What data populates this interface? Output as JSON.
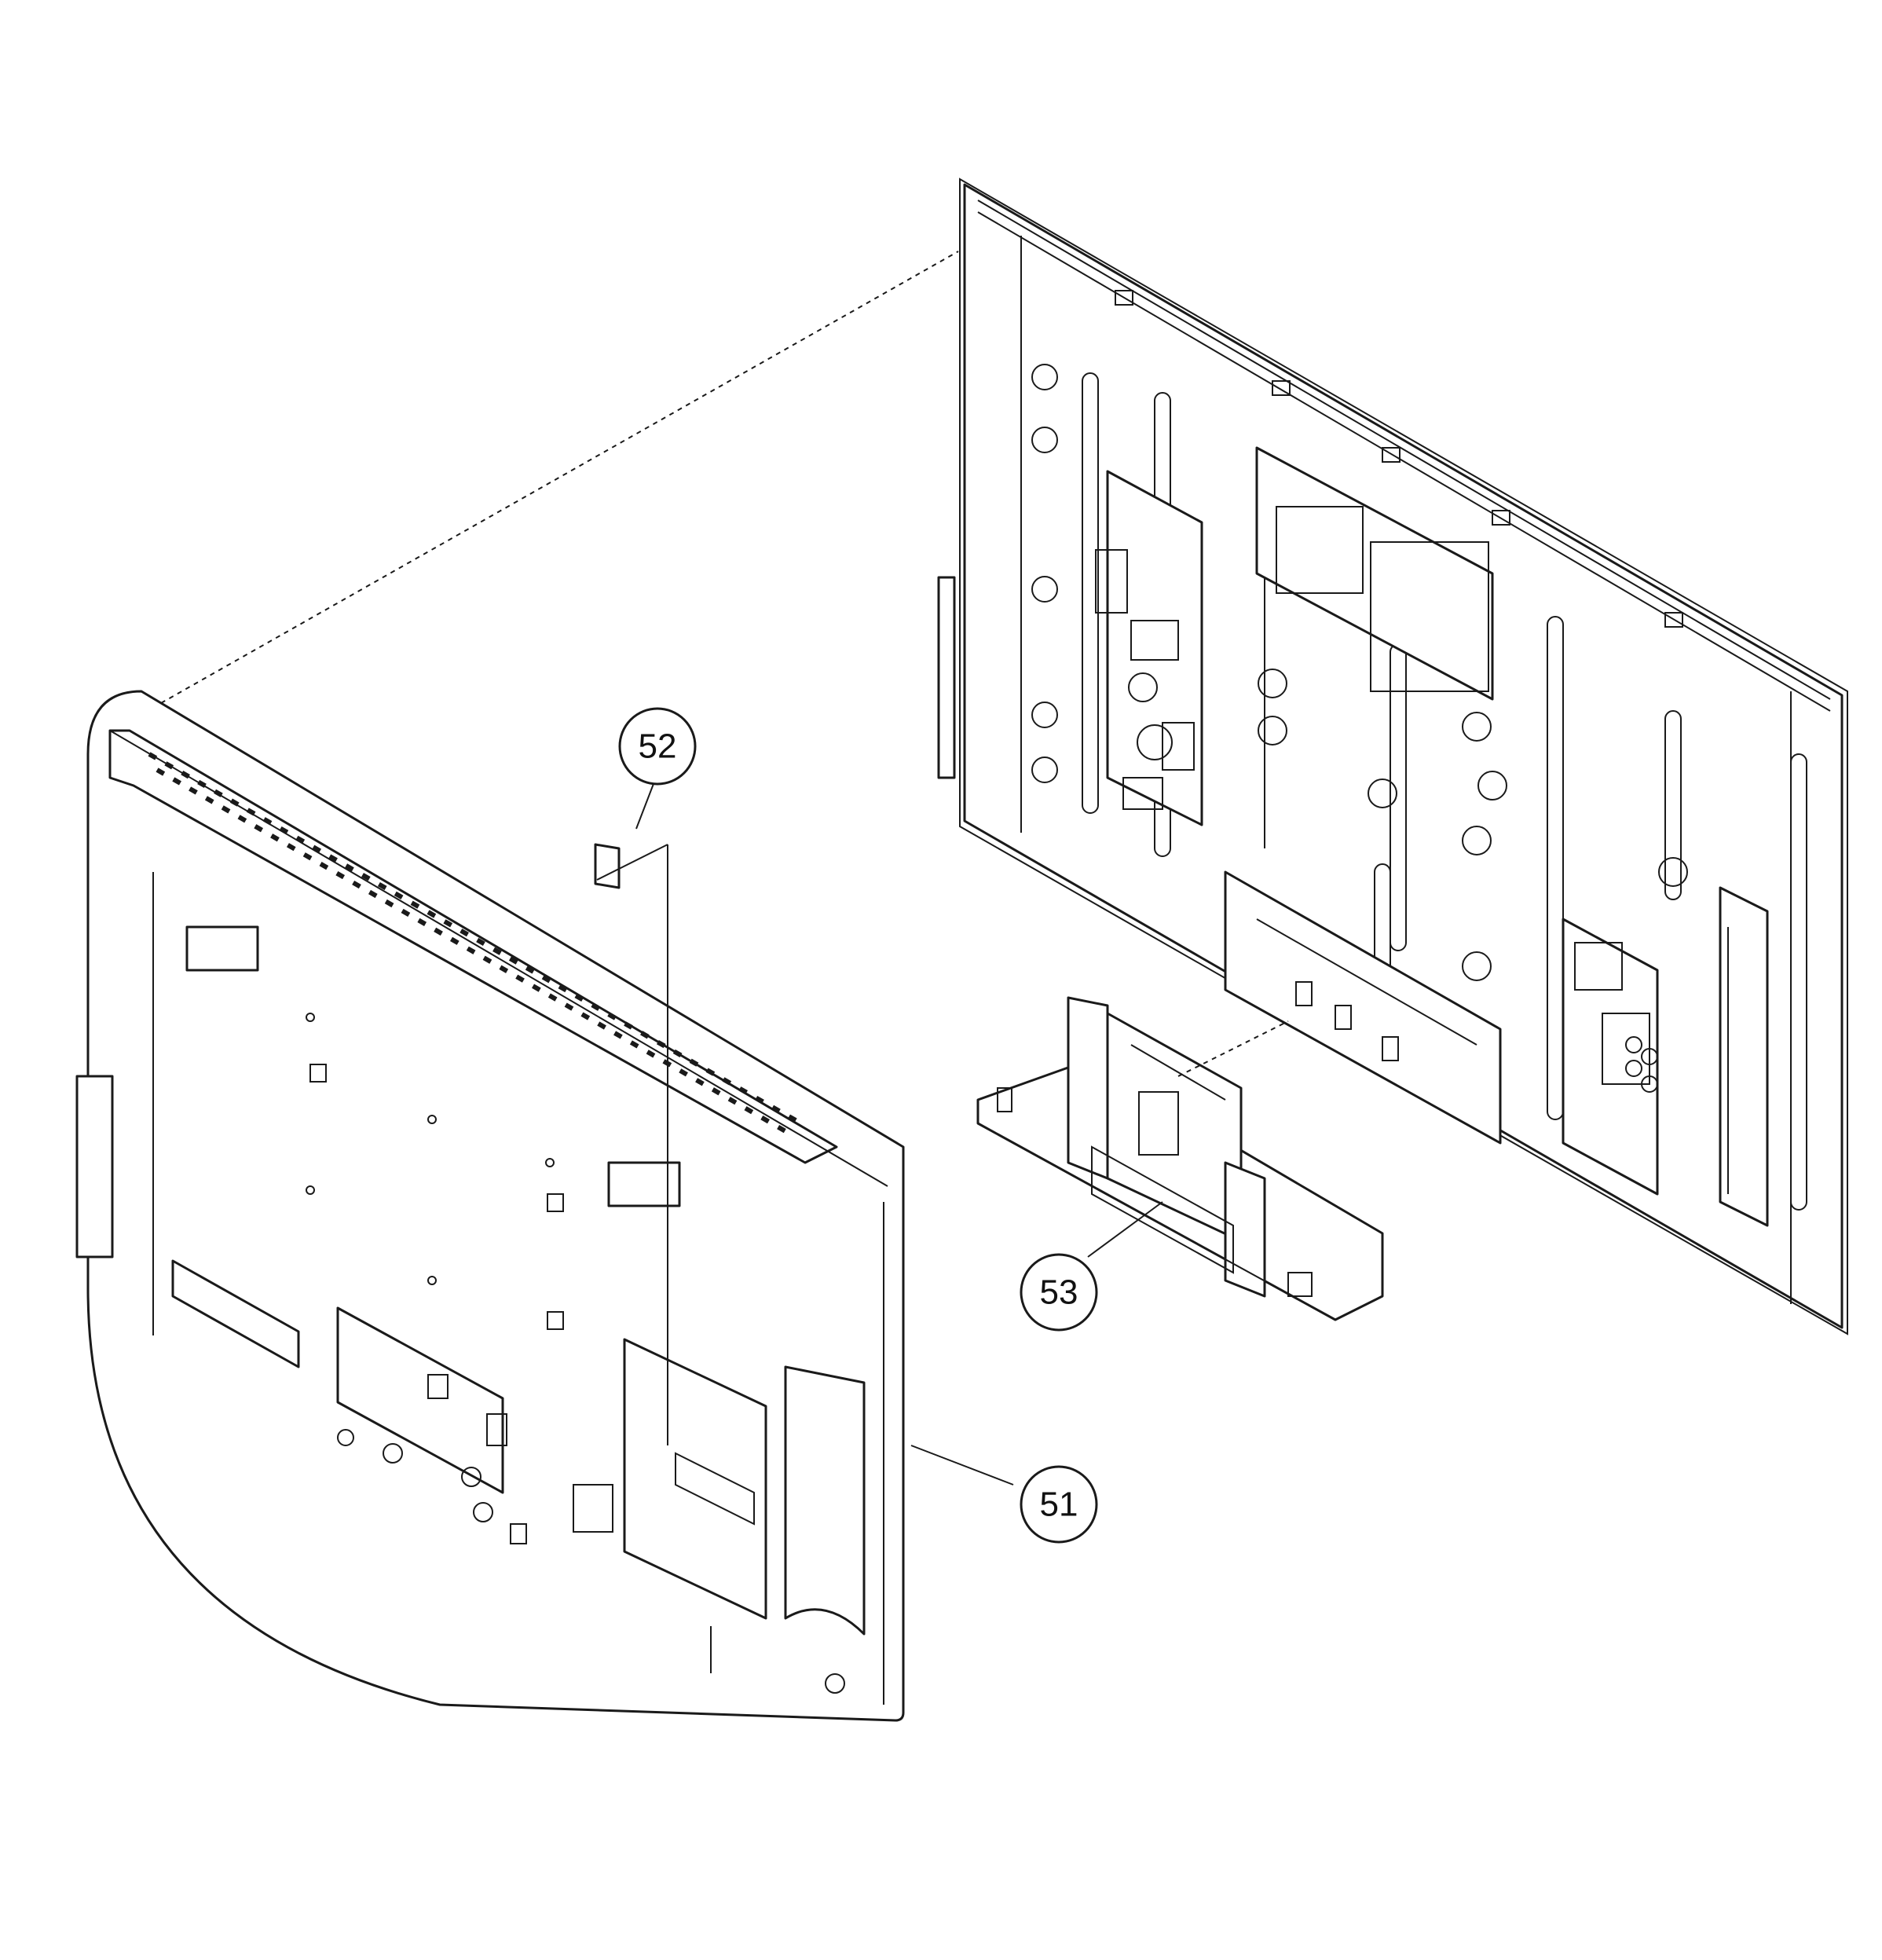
{
  "diagram": {
    "callouts": [
      {
        "id": "52",
        "label": "52"
      },
      {
        "id": "53",
        "label": "53"
      },
      {
        "id": "51",
        "label": "51"
      }
    ]
  },
  "colors": {
    "line": "#1a1a1a",
    "background": "#ffffff"
  }
}
